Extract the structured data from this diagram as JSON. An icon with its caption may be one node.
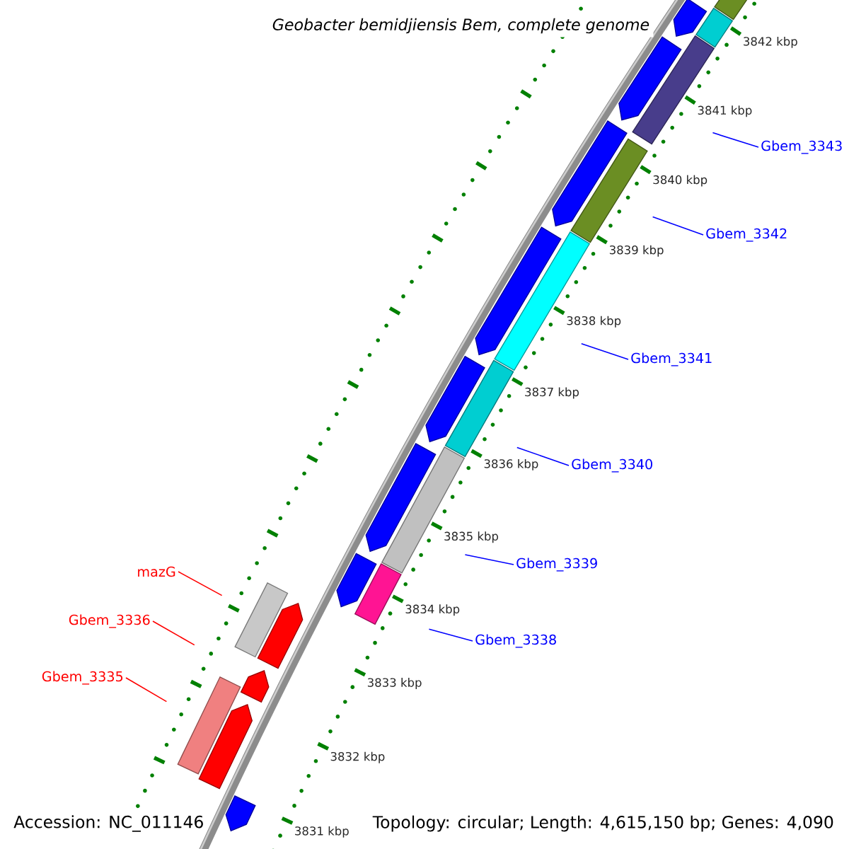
{
  "diagram": {
    "title": "Geobacter bemidjiensis Bem, complete genome",
    "nodes": [
      {
        "text": [
          "Gbem_3343"
        ]
      },
      {
        "text": [
          "Gbem_3342"
        ]
      },
      {
        "text": [
          "Gbem_3341"
        ]
      },
      {
        "text": [
          "Gbem_3340"
        ]
      },
      {
        "text": [
          "Gbem_3339"
        ]
      },
      {
        "text": [
          "Gbem_3338"
        ]
      },
      {
        "text": [
          "mazG"
        ]
      },
      {
        "text": [
          "Gbem_3336"
        ]
      },
      {
        "text": [
          "Gbem_3335"
        ]
      }
    ],
    "edges": [
      {
        "from": 0,
        "to": null,
        "arrow": "none"
      },
      {
        "from": 1,
        "to": null,
        "arrow": "none"
      },
      {
        "from": 2,
        "to": null,
        "arrow": "none"
      },
      {
        "from": 3,
        "to": null,
        "arrow": "none"
      },
      {
        "from": 4,
        "to": null,
        "arrow": "none"
      },
      {
        "from": 5,
        "to": null,
        "arrow": "none"
      },
      {
        "from": 6,
        "to": null,
        "arrow": "none",
        "color": "#ff0000"
      },
      {
        "from": 7,
        "to": null,
        "arrow": "none",
        "color": "#ff0000"
      },
      {
        "from": 8,
        "to": null,
        "arrow": "none",
        "color": "#ff0000"
      }
    ],
    "labels": [
      "3842 kbp",
      "3841 kbp",
      "3840 kbp",
      "3839 kbp",
      "3838 kbp",
      "3837 kbp",
      "3836 kbp",
      "3835 kbp",
      "3834 kbp",
      "3833 kbp",
      "3832 kbp",
      "3831 kbp",
      "Accession: NC_011146",
      "Topology: circular; Length: 4,615,150 bp; Genes: 4,090"
    ]
  }
}
